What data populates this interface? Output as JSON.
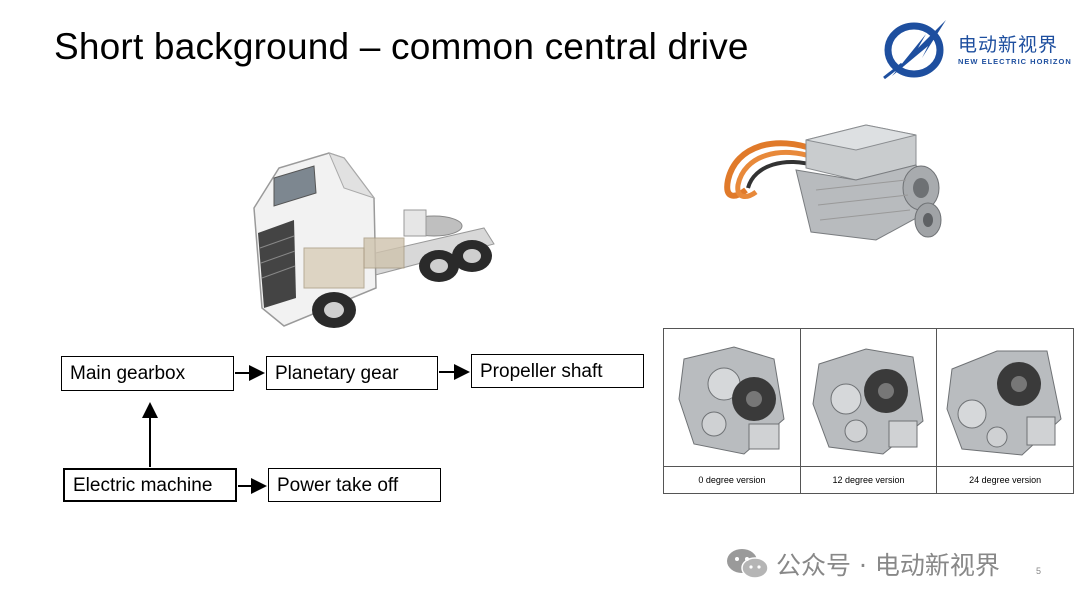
{
  "slide": {
    "title": "Short background – common central drive"
  },
  "logo": {
    "name_cn": "电动新视界",
    "name_en": "NEW ELECTRIC HORIZON"
  },
  "diagram": {
    "boxes": {
      "main_gearbox": "Main gearbox",
      "planetary_gear": "Planetary gear",
      "propeller_shaft": "Propeller shaft",
      "electric_machine": "Electric machine",
      "power_take_off": "Power take off"
    }
  },
  "versions": {
    "captions": [
      "0 degree version",
      "12 degree version",
      "24 degree version"
    ]
  },
  "watermark": {
    "text": "公众号 · 电动新视界"
  },
  "page": {
    "number": "5"
  },
  "colors": {
    "brand": "#1e4f9f",
    "cable": "#e07a2a",
    "watermark": "#888888"
  }
}
